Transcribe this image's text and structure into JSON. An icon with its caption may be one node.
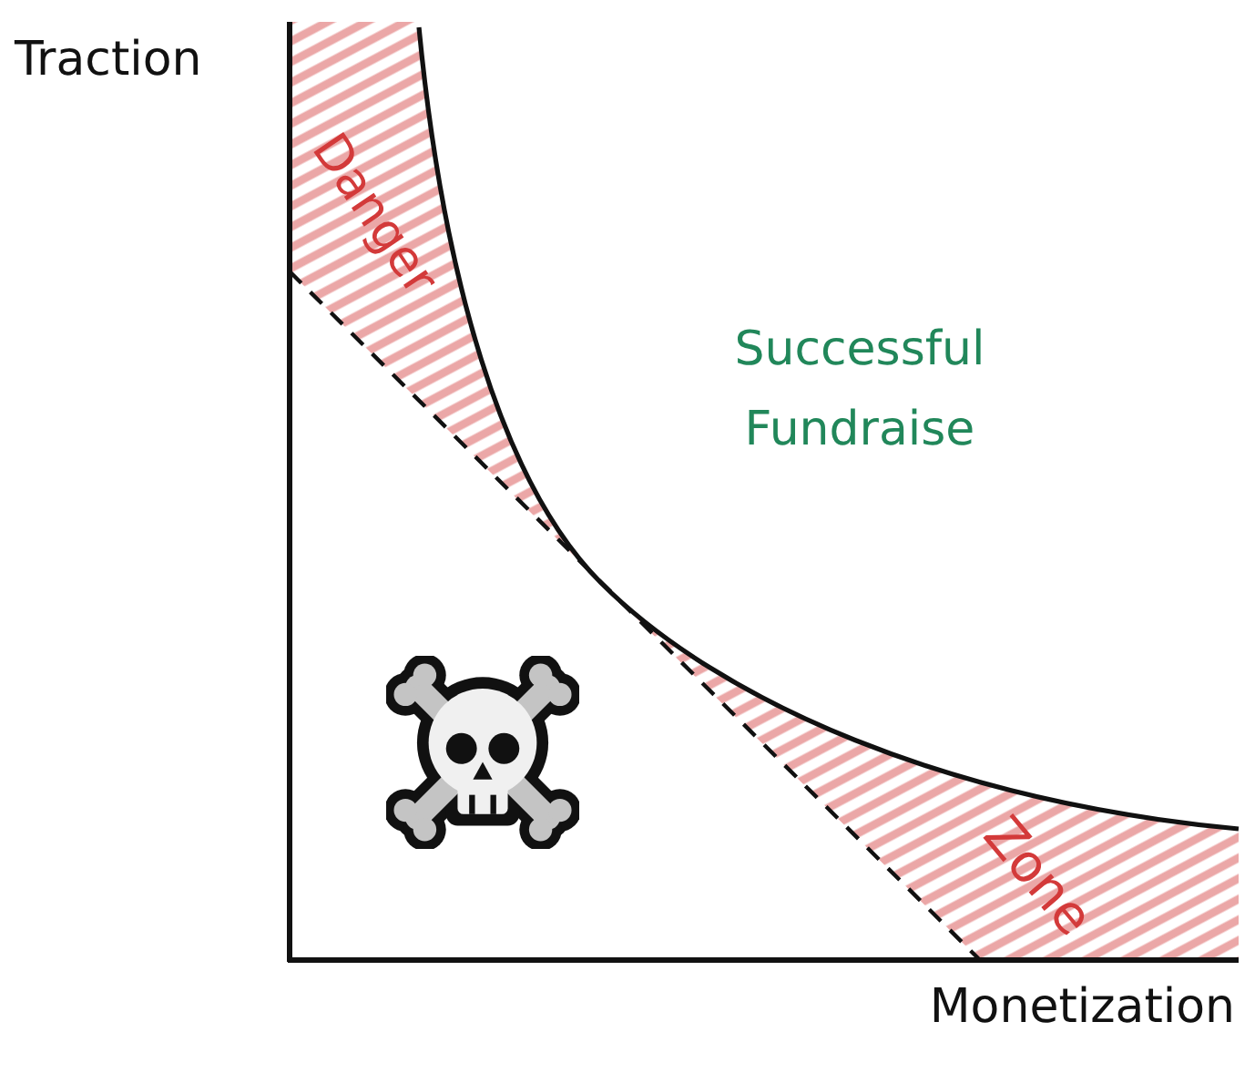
{
  "diagram": {
    "labels": [
      "Traction",
      "Danger",
      "Successful Fundraise",
      "Zone",
      "Monetization"
    ]
  }
}
